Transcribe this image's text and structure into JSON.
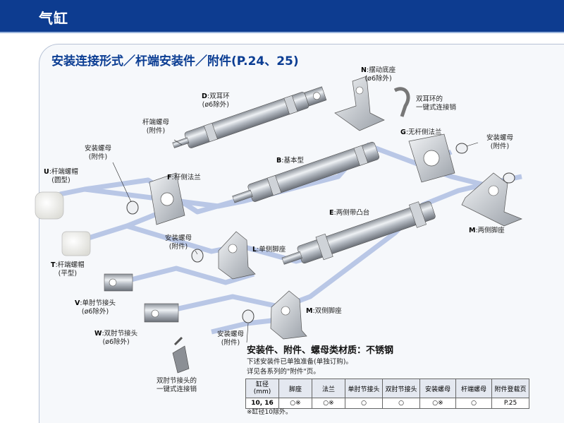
{
  "header": {
    "title": "气缸"
  },
  "section": {
    "title": "安装连接形式／杆端安装件／附件(P.24、25)"
  },
  "labels": {
    "N": {
      "code": "N",
      "name": ":摆动底座",
      "sub": "(ø6除外)"
    },
    "N_clevis": {
      "line1": "双耳环的",
      "line2": "一键式连接销"
    },
    "D": {
      "code": "D",
      "name": ":双耳环",
      "sub": "(ø6除外)"
    },
    "rod_nut": {
      "line1": "杆端螺母",
      "line2": "(附件)"
    },
    "mount_nut1": {
      "line1": "安装螺母",
      "line2": "(附件)"
    },
    "G": {
      "code": "G",
      "name": ":无杆侧法兰"
    },
    "mount_nut2": {
      "line1": "安装螺母",
      "line2": "(附件)"
    },
    "U": {
      "code": "U",
      "name": ":杆端螺帽",
      "sub": "(圆型)"
    },
    "F": {
      "code": "F",
      "name": ":杆侧法兰"
    },
    "B": {
      "code": "B",
      "name": ":基本型"
    },
    "E": {
      "code": "E",
      "name": ":两侧带凸台"
    },
    "M": {
      "code": "M",
      "name": ":两侧脚座"
    },
    "mount_nut3": {
      "line1": "安装螺母",
      "line2": "(附件)"
    },
    "L": {
      "code": "L",
      "name": ":单侧脚座"
    },
    "T": {
      "code": "T",
      "name": ":杆端螺帽",
      "sub": "(平型)"
    },
    "V": {
      "code": "V",
      "name": ":单肘节接头",
      "sub": "(ø6除外)"
    },
    "W": {
      "code": "W",
      "name": ":双肘节接头",
      "sub": "(ø6除外)"
    },
    "Mdbl": {
      "code": "M",
      "name": ":双侧脚座"
    },
    "mount_nut4": {
      "line1": "安装螺母",
      "line2": "(附件)"
    },
    "W_clevis": {
      "line1": "双肘节接头的",
      "line2": "一键式连接销"
    }
  },
  "material": {
    "title": "安装件、附件、螺母类材质：不锈钢",
    "note1": "下述安装件已单独准备(单独订购)。",
    "note2": "详见各系列的\"附件\"页。"
  },
  "table": {
    "headers": [
      "缸径\n(mm)",
      "脚座",
      "法兰",
      "单肘节接头",
      "双肘节接头",
      "安装螺母",
      "杆端螺母",
      "附件登载页"
    ],
    "row": [
      "10, 16",
      "○※",
      "○※",
      "○",
      "○",
      "○※",
      "○",
      "P.25"
    ]
  },
  "footnote": "※缸径10除外。",
  "colors": {
    "header_bg": "#0d3c90",
    "title_blue": "#0b3d93",
    "path_blue": "#b9c7e6"
  }
}
